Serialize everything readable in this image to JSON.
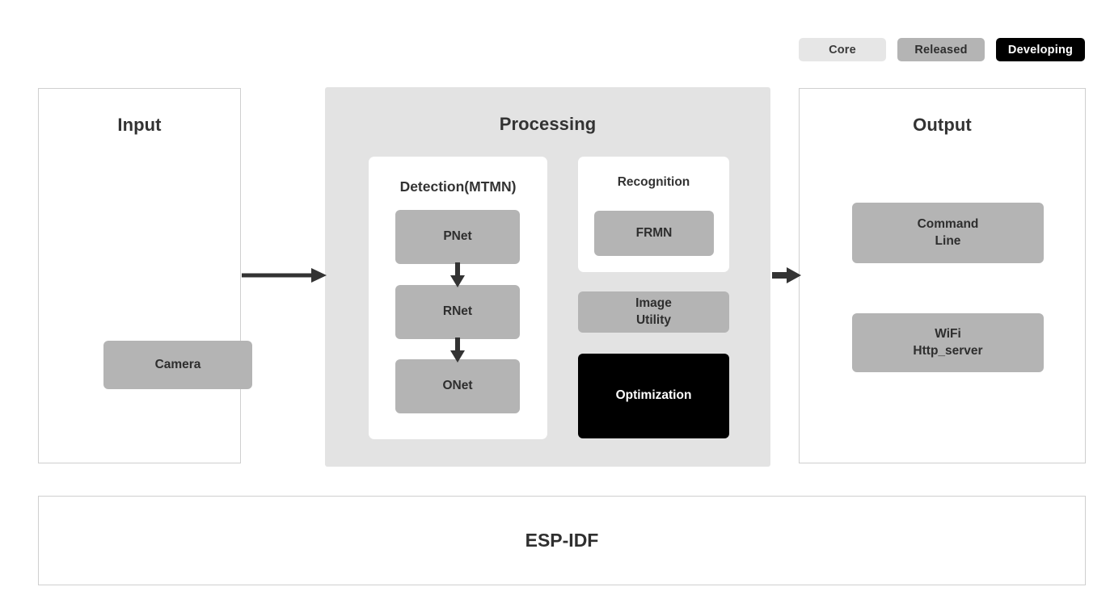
{
  "legend": {
    "items": [
      {
        "label": "Core",
        "color": "#e6e6e6",
        "text_color": "#3a3a3a"
      },
      {
        "label": "Released",
        "color": "#b4b4b4",
        "text_color": "#2e2e2e"
      },
      {
        "label": "Developing",
        "color": "#000000",
        "text_color": "#ffffff"
      }
    ]
  },
  "input": {
    "title": "Input",
    "nodes": [
      {
        "label": "Camera",
        "status": "Released"
      }
    ]
  },
  "processing": {
    "title": "Processing",
    "detection": {
      "title": "Detection(MTMN)",
      "nodes": [
        {
          "label": "PNet",
          "status": "Released"
        },
        {
          "label": "RNet",
          "status": "Released"
        },
        {
          "label": "ONet",
          "status": "Released"
        }
      ]
    },
    "recognition": {
      "title": "Recognition",
      "nodes": [
        {
          "label": "FRMN",
          "status": "Released"
        }
      ]
    },
    "nodes": [
      {
        "label_line1": "Image",
        "label_line2": "Utility",
        "status": "Released"
      },
      {
        "label": "Optimization",
        "status": "Developing"
      }
    ]
  },
  "output": {
    "title": "Output",
    "nodes": [
      {
        "label_line1": "Command",
        "label_line2": "Line",
        "status": "Released"
      },
      {
        "label_line1": "WiFi",
        "label_line2": "Http_server",
        "status": "Released"
      }
    ]
  },
  "foundation": {
    "label": "ESP-IDF"
  },
  "arrows": {
    "input_to_processing": "arrow-right",
    "processing_to_output": "arrow-right",
    "pnet_to_rnet": "arrow-down",
    "rnet_to_onet": "arrow-down"
  },
  "colors": {
    "core": "#e6e6e6",
    "released": "#b4b4b4",
    "developing": "#000000",
    "panel_bg": "#e3e3e3",
    "panel_border": "#cfcfcf",
    "arrow": "#333333"
  }
}
